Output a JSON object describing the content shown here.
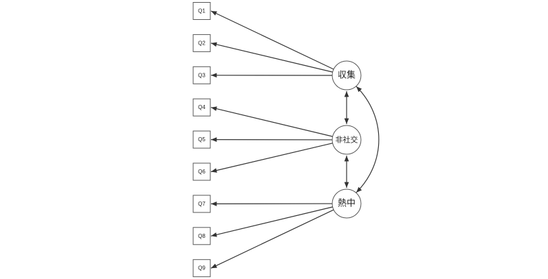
{
  "observed": [
    "Q1",
    "Q2",
    "Q3",
    "Q4",
    "Q5",
    "Q6",
    "Q7",
    "Q8",
    "Q9"
  ],
  "latent": [
    "収集",
    "非社交",
    "熱中"
  ],
  "loadings": [
    {
      "from": "収集",
      "to": [
        "Q1",
        "Q2",
        "Q3"
      ]
    },
    {
      "from": "非社交",
      "to": [
        "Q4",
        "Q5",
        "Q6"
      ]
    },
    {
      "from": "熱中",
      "to": [
        "Q7",
        "Q8",
        "Q9"
      ]
    }
  ],
  "covariances": [
    [
      "収集",
      "非社交"
    ],
    [
      "非社交",
      "熱中"
    ],
    [
      "収集",
      "熱中"
    ]
  ],
  "colors": {
    "stroke": "#333333",
    "node_border": "#555555"
  }
}
